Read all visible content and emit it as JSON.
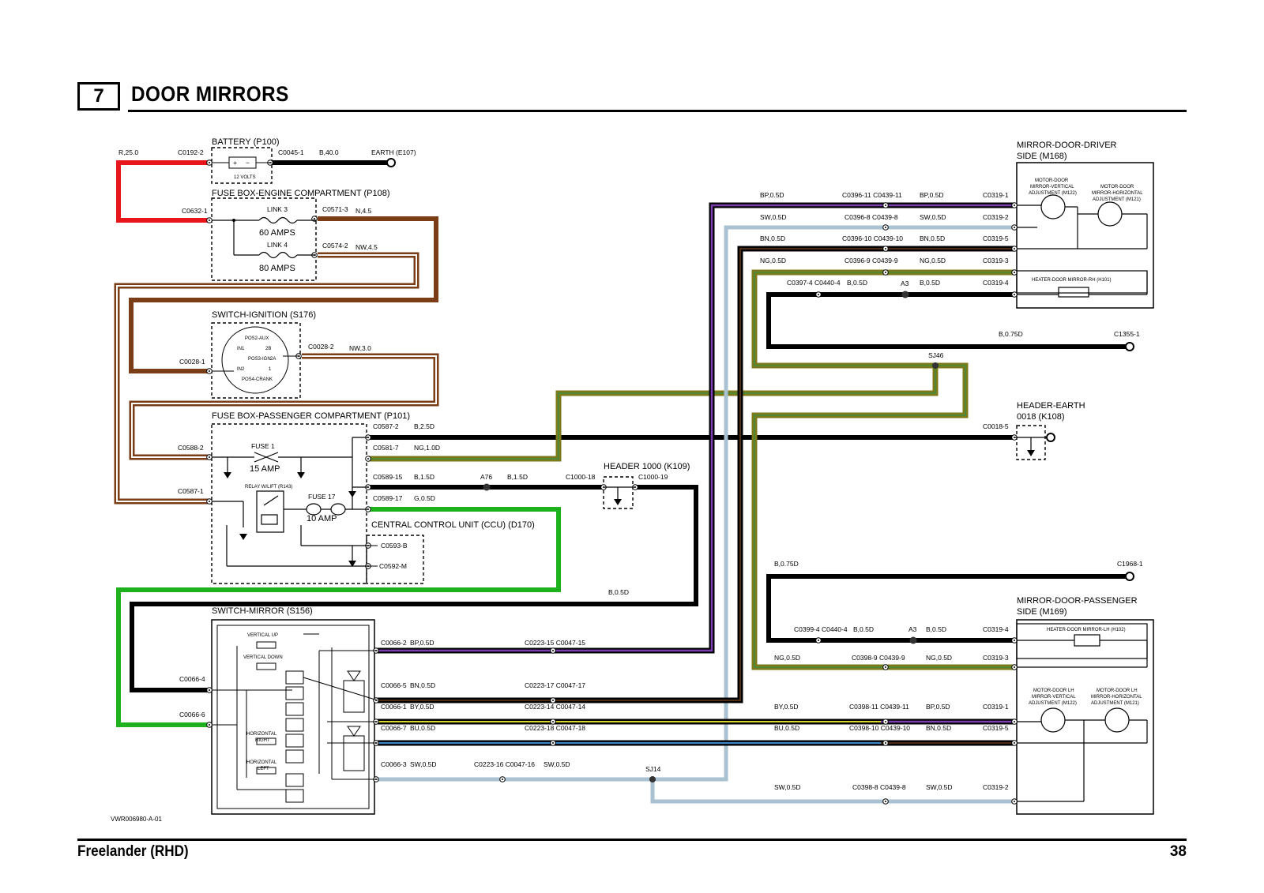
{
  "header": {
    "section_number": "7",
    "title": "DOOR MIRRORS"
  },
  "footer": {
    "vehicle": "Freelander (RHD)",
    "page_number": "38"
  },
  "components": {
    "battery": {
      "name": "BATTERY (P100)",
      "rating": "12 VOLTS",
      "plus": "+",
      "minus": "−"
    },
    "earth_e107": "EARTH (E107)",
    "fusebox_engine": {
      "name": "FUSE BOX-ENGINE COMPARTMENT (P108)",
      "link3": "LINK 3",
      "link3_amps": "60 AMPS",
      "link4": "LINK 4",
      "link4_amps": "80 AMPS"
    },
    "ignition": {
      "name": "SWITCH-IGNITION (S176)",
      "pos2": "POS2-AUX",
      "in1": "IN1",
      "pos3": "POS3-IGN",
      "in2": "IN2",
      "pos4": "POS4-CRANK",
      "t2b": "2B",
      "t2a": "2A",
      "t1": "1"
    },
    "fusebox_pass": {
      "name": "FUSE BOX-PASSENGER COMPARTMENT (P101)",
      "fuse1": "FUSE 1",
      "fuse1_amps": "15 AMP",
      "relay": "RELAY W/LIFT (R143)",
      "fuse17": "FUSE 17",
      "fuse17_amps": "10 AMP"
    },
    "ccu": {
      "name": "CENTRAL CONTROL UNIT (CCU) (D170)",
      "c1": "C0593-B",
      "c2": "C0592-M"
    },
    "header_1000": "HEADER 1000 (K109)",
    "switch_mirror": {
      "name": "SWITCH-MIRROR (S156)",
      "vu": "VERTICAL UP",
      "vd": "VERTICAL DOWN",
      "hr1": "HORIZONTAL",
      "hr2": "RIGHT",
      "hl1": "HORIZONTAL",
      "hl2": "LEFT"
    },
    "mirror_driver": {
      "name1": "MIRROR-DOOR-DRIVER",
      "name2": "SIDE (M168)",
      "mv1": "MOTOR-DOOR",
      "mv2": "MIRROR-VERTICAL",
      "mv3": "ADJUSTMENT (M122)",
      "mh1": "MOTOR-DOOR",
      "mh2": "MIRROR-HORIZONTAL",
      "mh3": "ADJUSTMENT (M121)",
      "heater": "HEATER-DOOR MIRROR-RH (H101)"
    },
    "header_earth": {
      "name1": "HEADER-EARTH",
      "name2": "0018 (K108)"
    },
    "mirror_pass": {
      "name1": "MIRROR-DOOR-PASSENGER",
      "name2": "SIDE (M169)",
      "heater": "HEATER-DOOR MIRROR-LH (H102)",
      "mv1": "MOTOR-DOOR LH",
      "mv2": "MIRROR-VERTICAL",
      "mv3": "ADJUSTMENT (M122)",
      "mh1": "MOTOR-DOOR LH",
      "mh2": "MIRROR-HORIZONTAL",
      "mh3": "ADJUSTMENT (M121)"
    },
    "splices": {
      "sj46": "SJ46",
      "sj14": "SJ14",
      "a76": "A76",
      "a3a": "A3",
      "a3b": "A3"
    },
    "doc_id": "VWR006980-A-01"
  },
  "labels": {
    "r25": "R,25.0",
    "c0192_2": "C0192-2",
    "c0045_1": "C0045-1",
    "b40": "B,40.0",
    "c0632_1": "C0632-1",
    "c0571_3": "C0571-3",
    "n45": "N,4.5",
    "c0574_2": "C0574-2",
    "nw45": "NW,4.5",
    "c0028_2": "C0028-2",
    "nw30": "NW,3.0",
    "c0028_1": "C0028-1",
    "c0587_2": "C0587-2",
    "b25d": "B,2.5D",
    "c0581_7": "C0581-7",
    "ng10d": "NG,1.0D",
    "c0588_2": "C0588-2",
    "c0589_15": "C0589-15",
    "b15d_1": "B,1.5D",
    "b15d_2": "B,1.5D",
    "c1000_18": "C1000-18",
    "c1000_19": "C1000-19",
    "c0587_1": "C0587-1",
    "c0589_17": "C0589-17",
    "g05d": "G,0.5D",
    "b05d_ret": "B,0.5D",
    "c0066_4": "C0066-4",
    "c0066_6": "C0066-6",
    "c0066_2": "C0066-2",
    "bp05d_s": "BP,0.5D",
    "c0223_15": "C0223-15 C0047-15",
    "c0066_5": "C0066-5",
    "bn05d_s": "BN,0.5D",
    "c0223_17": "C0223-17 C0047-17",
    "c0066_1": "C0066-1",
    "by05d_s": "BY,0.5D",
    "c0223_14": "C0223-14 C0047-14",
    "c0066_7": "C0066-7",
    "bu05d_s": "BU,0.5D",
    "c0223_18": "C0223-18 C0047-18",
    "c0066_3": "C0066-3",
    "sw05d_s": "SW,0.5D",
    "c0223_16": "C0223-16 C0047-16",
    "sw05d_s2": "SW,0.5D",
    "d_bp_l": "BP,0.5D",
    "d_c1": "C0396-11 C0439-11",
    "d_bp_r": "BP,0.5D",
    "d_c0319_1": "C0319-1",
    "d_sw_l": "SW,0.5D",
    "d_c2": "C0396-8 C0439-8",
    "d_sw_r": "SW,0.5D",
    "d_c0319_2": "C0319-2",
    "d_bn_l": "BN,0.5D",
    "d_c3": "C0396-10 C0439-10",
    "d_bn_r": "BN,0.5D",
    "d_c0319_5": "C0319-5",
    "d_ng_l": "NG,0.5D",
    "d_c4": "C0396-9 C0439-9",
    "d_ng_r": "NG,0.5D",
    "d_c0319_3": "C0319-3",
    "d_c5": "C0397-4 C0440-4",
    "d_b_l": "B,0.5D",
    "d_b_r": "B,0.5D",
    "d_c0319_4": "C0319-4",
    "b075d_1": "B,0.75D",
    "c1355_1": "C1355-1",
    "c0018_5": "C0018-5",
    "b075d_2": "B,0.75D",
    "c1968_1": "C1968-1",
    "p_c1": "C0399-4 C0440-4",
    "p_b_l": "B,0.5D",
    "p_b_r": "B,0.5D",
    "p_c0319_4": "C0319-4",
    "p_ng_l": "NG,0.5D",
    "p_c2": "C0398-9 C0439-9",
    "p_ng_r": "NG,0.5D",
    "p_c0319_3": "C0319-3",
    "p_by_l": "BY,0.5D",
    "p_c3": "C0398-11 C0439-11",
    "p_bp_r": "BP,0.5D",
    "p_c0319_1": "C0319-1",
    "p_bu_l": "BU,0.5D",
    "p_c4": "C0398-10 C0439-10",
    "p_bn_r": "BN,0.5D",
    "p_c0319_5": "C0319-5",
    "p_sw_l": "SW,0.5D",
    "p_c5": "C0398-8 C0439-8",
    "p_sw_r": "SW,0.5D",
    "p_c0319_2": "C0319-2"
  },
  "colors": {
    "red": "#e8161b",
    "brown": "#7a3d15",
    "green": "#1db11d",
    "purple": "#5b2a86",
    "lightblue": "#a9c1d1",
    "olive": "#7d7a1a",
    "yellow": "#d8d62a",
    "blue": "#2c6fb8",
    "black": "#000000"
  }
}
